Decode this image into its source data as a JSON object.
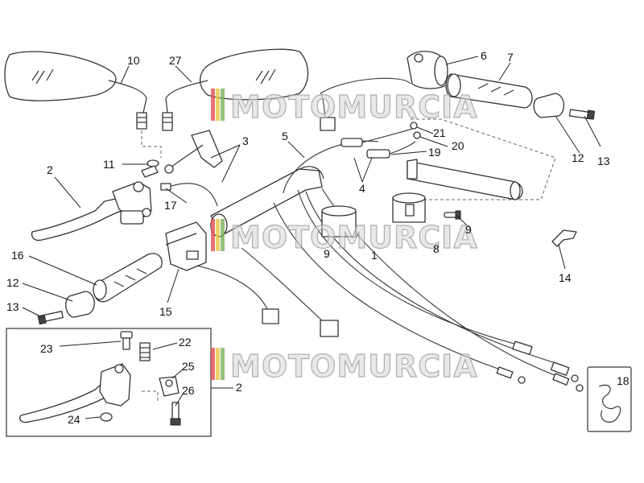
{
  "watermark": {
    "text": "MOTOMURCIA"
  },
  "callouts": {
    "c10": "10",
    "c27": "27",
    "c6": "6",
    "c7": "7",
    "c3": "3",
    "c5": "5",
    "c21": "21",
    "c20": "20",
    "c19": "19",
    "c11": "11",
    "c2": "2",
    "c17": "17",
    "c4": "4",
    "c12a": "12",
    "c13a": "13",
    "c9a": "9",
    "c9b": "9",
    "c1": "1",
    "c8": "8",
    "c16": "16",
    "c12b": "12",
    "c13b": "13",
    "c15": "15",
    "c14": "14",
    "c23": "23",
    "c22": "22",
    "c25": "25",
    "c26": "26",
    "c2b": "2",
    "c24": "24",
    "c18": "18"
  }
}
